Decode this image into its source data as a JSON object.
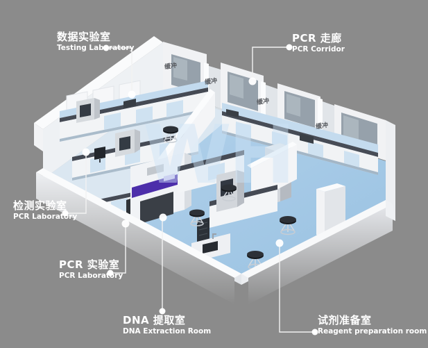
{
  "scene": {
    "watermark": "WH",
    "background_color": "#8b8b8b",
    "floor_color": "#a7cbe8",
    "wall_color": "#f4f5f7",
    "accent_color": "#4c2eaa",
    "glass_color": "#96a1ab",
    "counter_color": "#454a54",
    "label_color": "#ffffff"
  },
  "callouts": [
    {
      "zh": "数据实验室",
      "en": "Testing Laboratory"
    },
    {
      "zh": "PCR 走廊",
      "en": "PCR Corridor"
    },
    {
      "zh": "检测实验室",
      "en": "PCR Laboratory"
    },
    {
      "zh": "PCR 实验室",
      "en": "PCR Laboratory"
    },
    {
      "zh": "DNA 提取室",
      "en": "DNA Extraction Room"
    },
    {
      "zh": "试剂准备室",
      "en": "Reagent preparation room"
    }
  ],
  "room_tags": [
    {
      "text": "缓冲"
    },
    {
      "text": "缓冲"
    },
    {
      "text": "缓冲"
    },
    {
      "text": "缓冲"
    }
  ]
}
